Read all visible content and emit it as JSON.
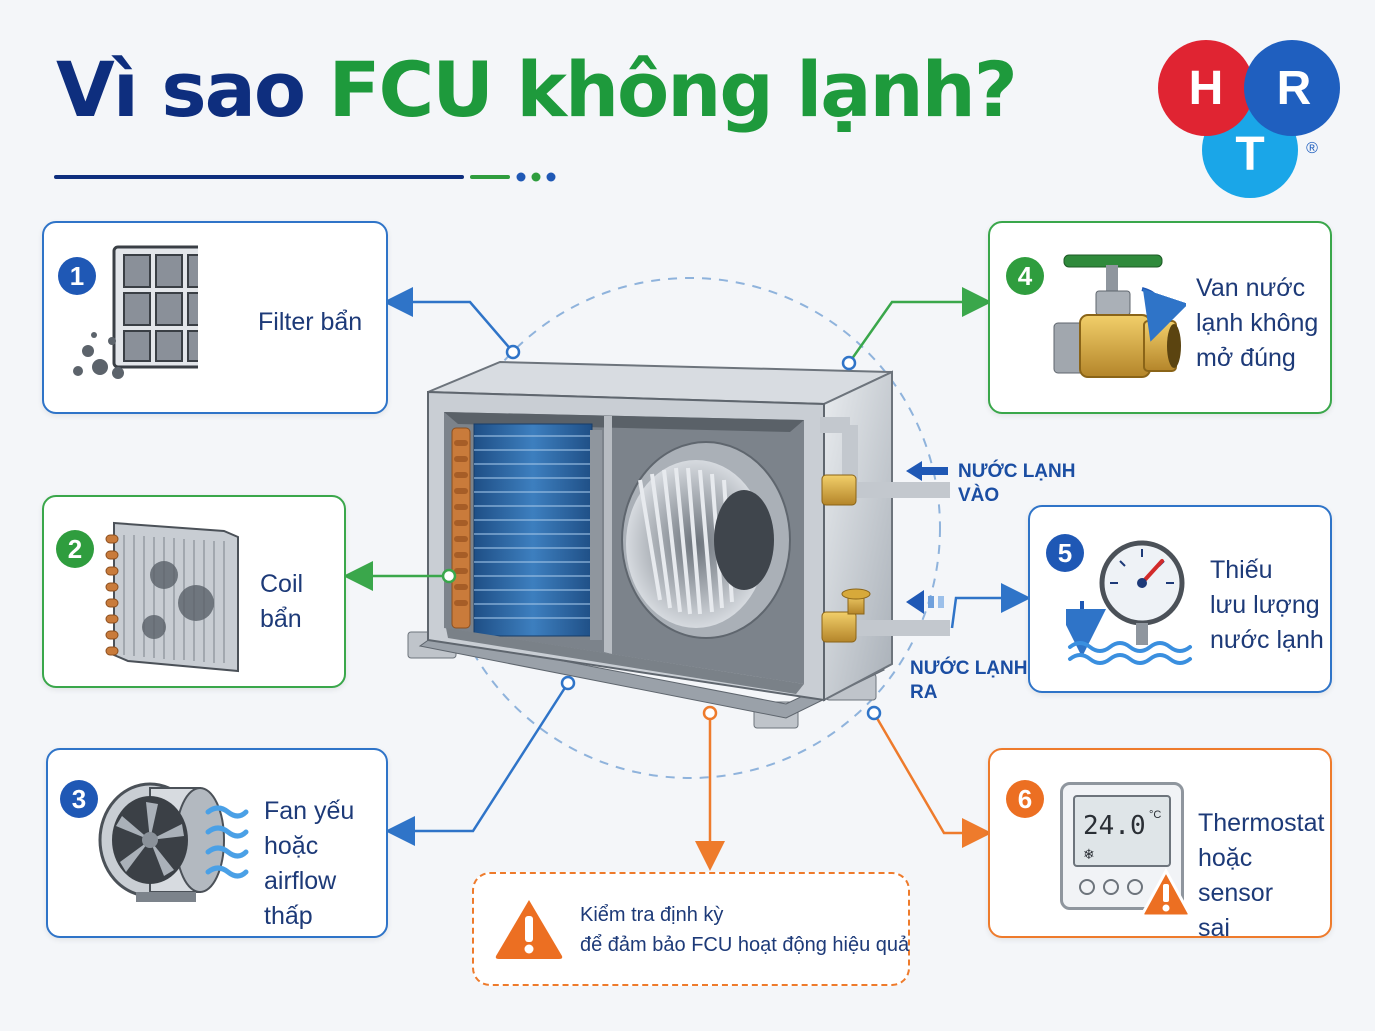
{
  "title": {
    "part1": "Vì sao",
    "part2": "FCU không lạnh?"
  },
  "logo": {
    "letters": [
      "H",
      "R",
      "T"
    ],
    "registered": "®"
  },
  "causes": [
    {
      "number": "1",
      "label_lines": [
        "Filter bẩn"
      ]
    },
    {
      "number": "2",
      "label_lines": [
        "Coil",
        "bẩn"
      ]
    },
    {
      "number": "3",
      "label_lines": [
        "Fan yếu",
        "hoặc",
        "airflow thấp"
      ]
    },
    {
      "number": "4",
      "label_lines": [
        "Van nước",
        "lạnh không",
        "mở đúng"
      ]
    },
    {
      "number": "5",
      "label_lines": [
        "Thiếu",
        "lưu lượng",
        "nước lạnh"
      ]
    },
    {
      "number": "6",
      "label_lines": [
        "Thermostat",
        "hoặc sensor",
        "sai"
      ]
    }
  ],
  "flows": {
    "inlet": [
      "NƯỚC LẠNH",
      "VÀO"
    ],
    "outlet": [
      "NƯỚC LẠNH",
      "RA"
    ]
  },
  "thermostat": {
    "reading": "24.0",
    "unit": "°C"
  },
  "note": {
    "line1": "Kiểm tra định kỳ",
    "line2": "để đảm bảo FCU hoạt động hiệu quả"
  },
  "colors": {
    "navy": "#0e2e7e",
    "green": "#1e9a3c",
    "blue": "#2f74c8",
    "orange": "#ee7b2c",
    "logo_red": "#e02432",
    "logo_blue": "#1f5fbf",
    "logo_cyan": "#1aa6e8"
  },
  "icons": [
    "filter-icon",
    "coil-icon",
    "fan-icon",
    "valve-icon",
    "pressure-gauge-icon",
    "thermostat-icon",
    "warning-icon",
    "fcu-unit-illustration"
  ]
}
